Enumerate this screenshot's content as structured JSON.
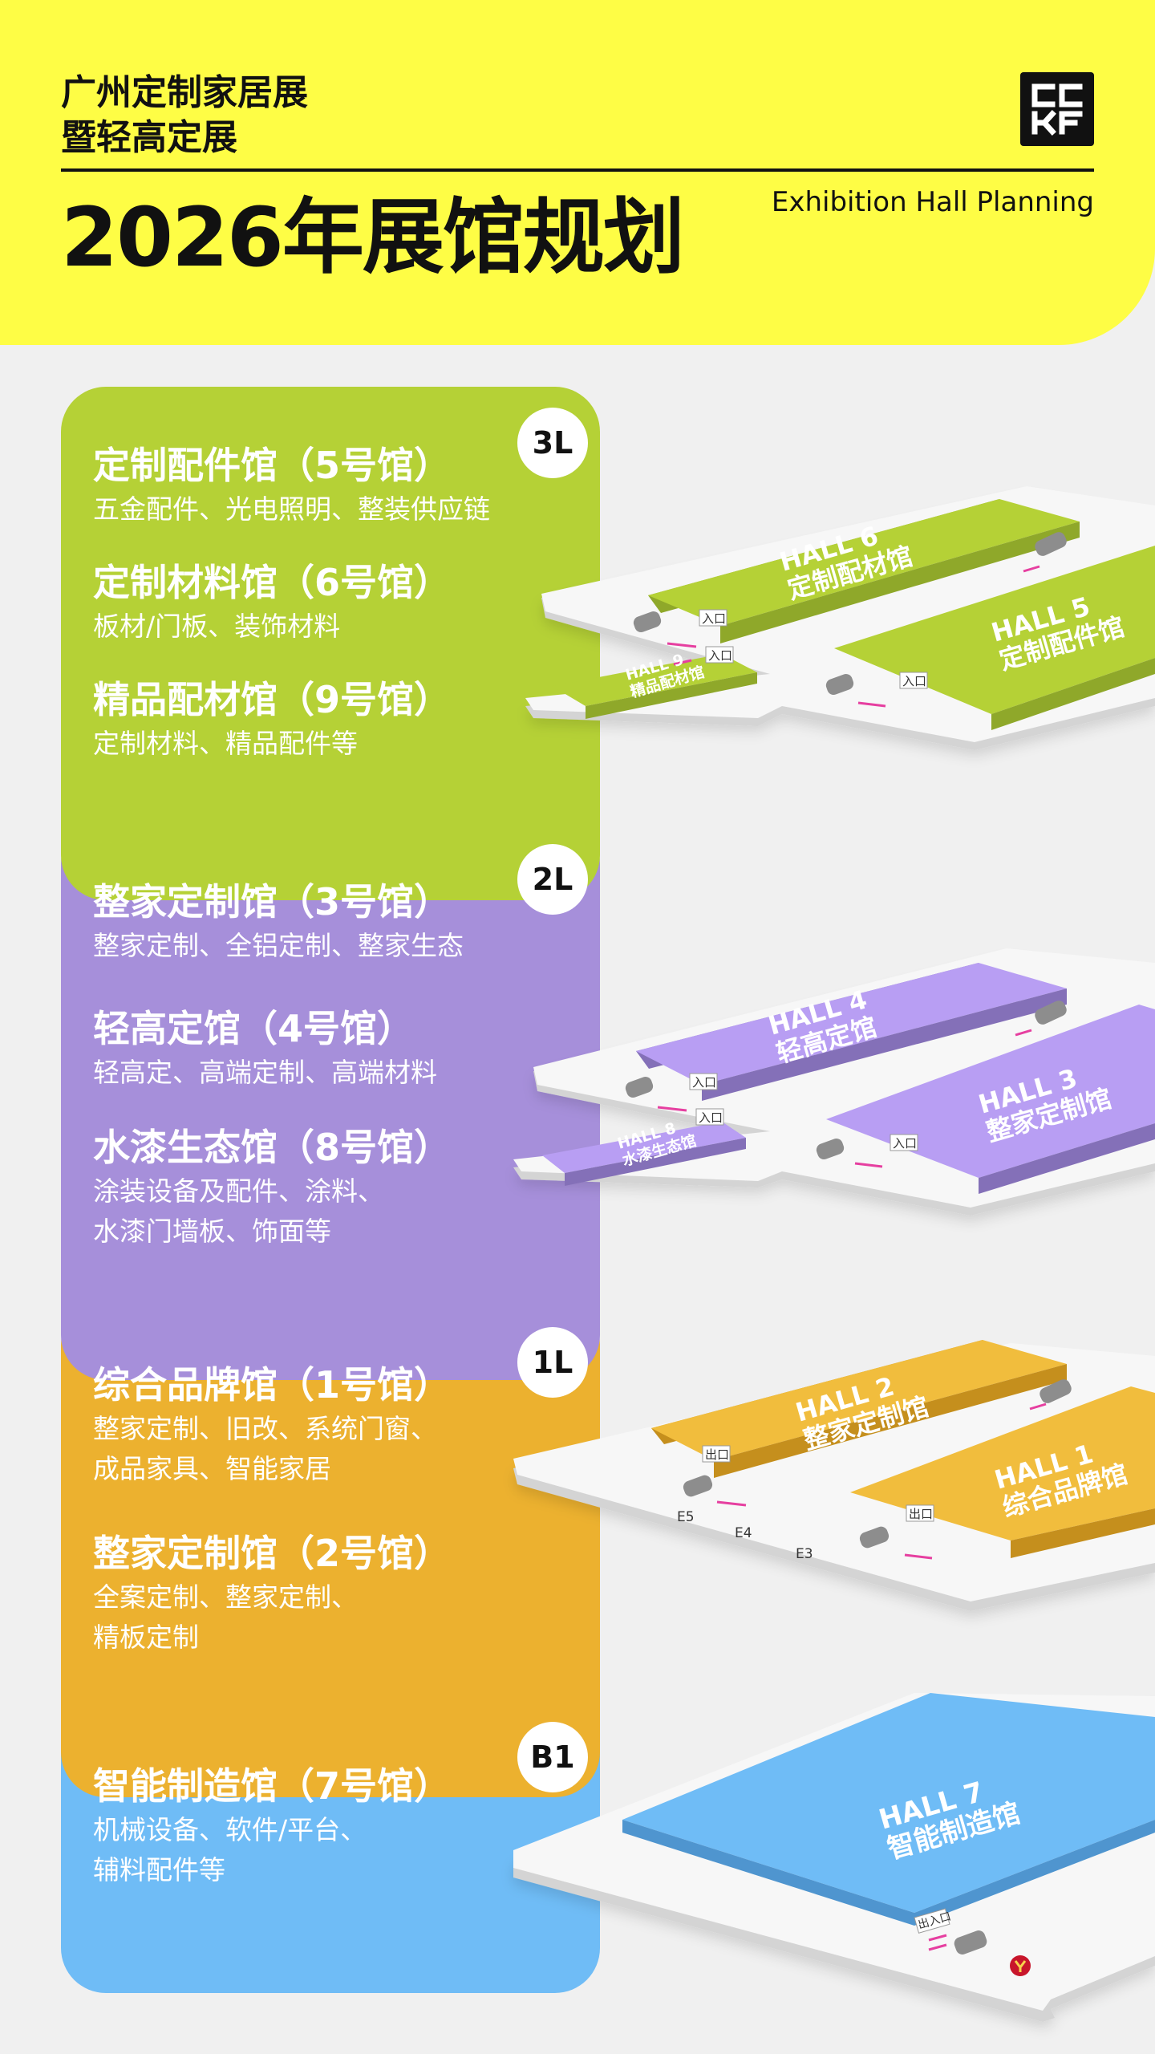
{
  "header": {
    "brand_line1": "广州定制家居展",
    "brand_line2": "暨轻高定展",
    "title": "2026年展馆规划",
    "subtitle": "Exhibition Hall Planning",
    "logo_text": "CCKF"
  },
  "colors": {
    "header_bg": "#fefd45",
    "level_3L": "#b5d136",
    "level_2L": "#a68fda",
    "level_1L": "#ecb12f",
    "level_B1": "#6fbcf6",
    "arrow": "#e63fa0"
  },
  "levels": [
    {
      "badge": "3L",
      "items": [
        {
          "name": "定制配件馆（5号馆）",
          "desc": "五金配件、光电照明、整装供应链"
        },
        {
          "name": "定制材料馆（6号馆）",
          "desc": "板材/门板、装饰材料"
        },
        {
          "name": "精品配材馆（9号馆）",
          "desc": "定制材料、精品配件等"
        }
      ],
      "halls": [
        {
          "hall": "HALL 6",
          "name": "定制配材馆"
        },
        {
          "hall": "HALL 5",
          "name": "定制配件馆"
        },
        {
          "hall": "HALL 9",
          "name": "精品配材馆"
        }
      ],
      "entrance": "入口"
    },
    {
      "badge": "2L",
      "items": [
        {
          "name": "整家定制馆（3号馆）",
          "desc": "整家定制、全铝定制、整家生态"
        },
        {
          "name": "轻高定馆（4号馆）",
          "desc": "轻高定、高端定制、高端材料"
        },
        {
          "name": "水漆生态馆（8号馆）",
          "desc": "涂装设备及配件、涂料、\n水漆门墙板、饰面等"
        }
      ],
      "halls": [
        {
          "hall": "HALL 4",
          "name": "轻高定馆"
        },
        {
          "hall": "HALL 3",
          "name": "整家定制馆"
        },
        {
          "hall": "HALL 8",
          "name": "水漆生态馆"
        }
      ],
      "entrance": "入口"
    },
    {
      "badge": "1L",
      "items": [
        {
          "name": "综合品牌馆（1号馆）",
          "desc": "整家定制、旧改、系统门窗、\n成品家具、智能家居"
        },
        {
          "name": "整家定制馆（2号馆）",
          "desc": "全案定制、整家定制、\n精板定制"
        }
      ],
      "halls": [
        {
          "hall": "HALL 2",
          "name": "整家定制馆"
        },
        {
          "hall": "HALL 1",
          "name": "综合品牌馆"
        }
      ],
      "exit": "出口",
      "gates": [
        "E5",
        "E4",
        "E3"
      ]
    },
    {
      "badge": "B1",
      "items": [
        {
          "name": "智能制造馆（7号馆）",
          "desc": "机械设备、软件/平台、\n辅料配件等"
        }
      ],
      "halls": [
        {
          "hall": "HALL 7",
          "name": "智能制造馆"
        }
      ],
      "entrance_exit": "出入口"
    }
  ]
}
